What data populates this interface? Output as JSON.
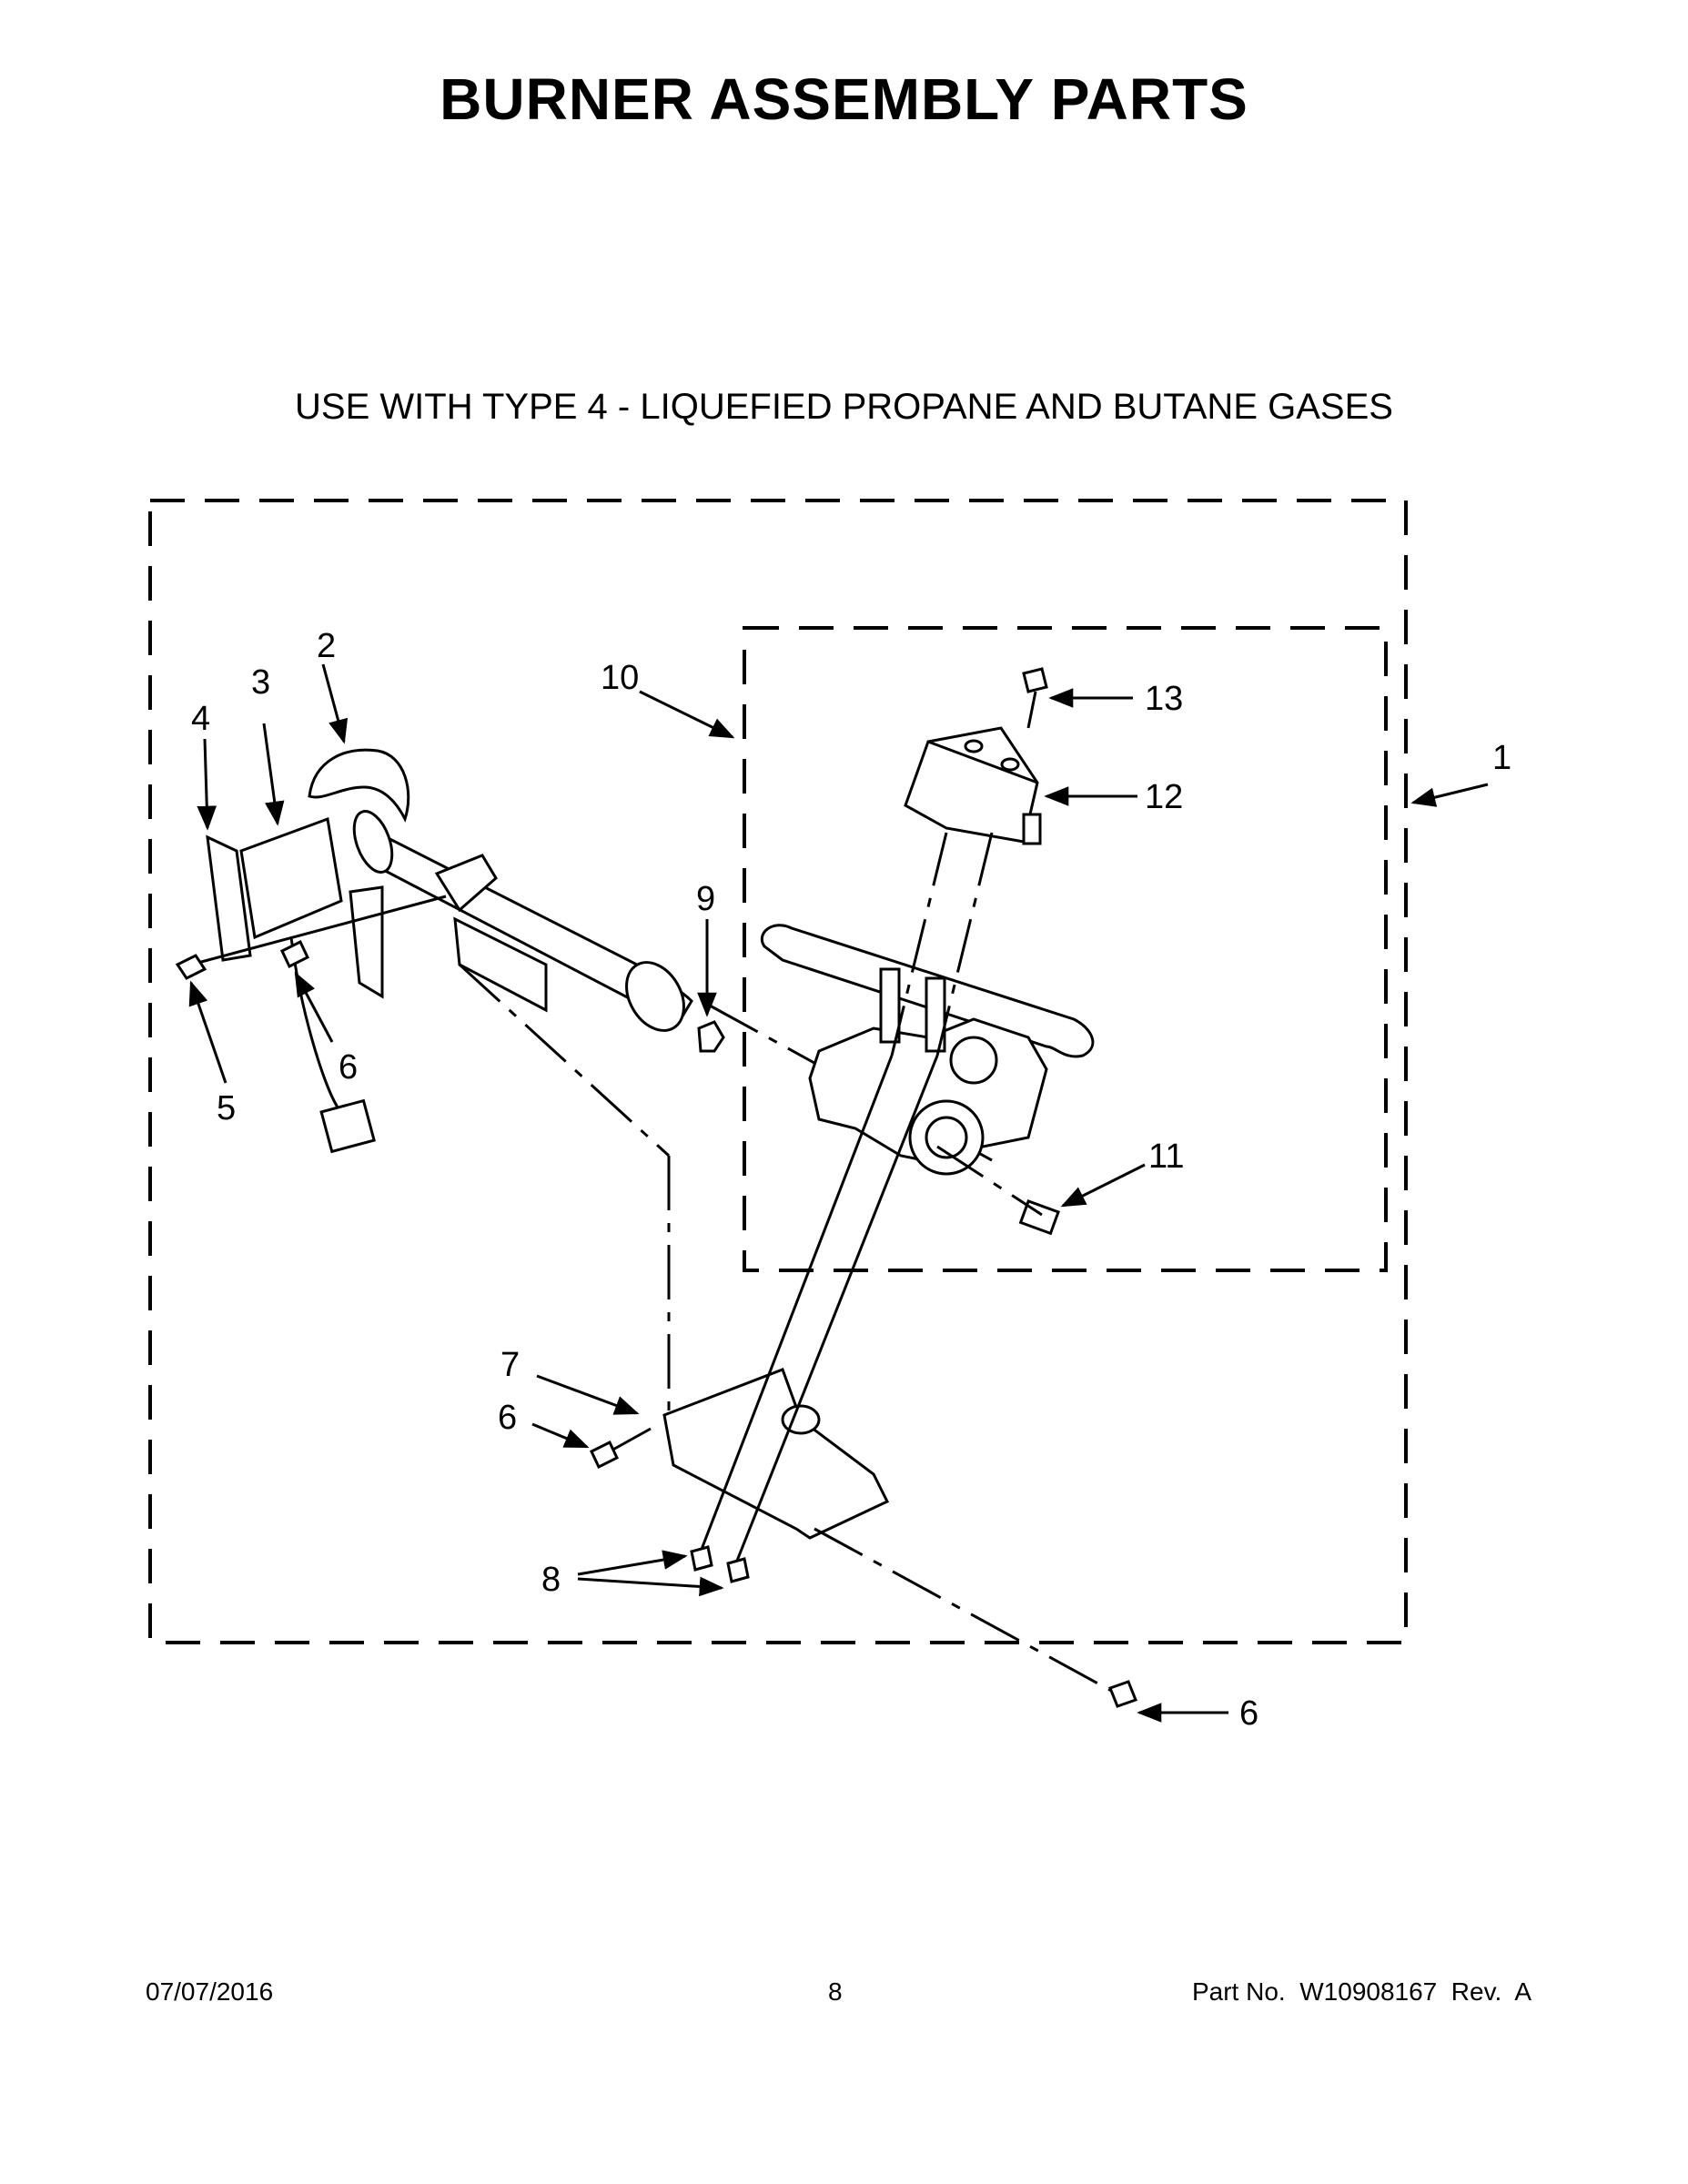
{
  "title": "BURNER ASSEMBLY PARTS",
  "subtitle": "USE WITH TYPE 4 - LIQUEFIED PROPANE AND BUTANE GASES",
  "callouts": {
    "c1": "1",
    "c2": "2",
    "c3": "3",
    "c4": "4",
    "c5": "5",
    "c6a": "6",
    "c6b": "6",
    "c6c": "6",
    "c7": "7",
    "c8": "8",
    "c9": "9",
    "c10": "10",
    "c11": "11",
    "c12": "12",
    "c13": "13"
  },
  "footer": {
    "date": "07/07/2016",
    "page": "8",
    "part": "Part No.  W10908167  Rev.  A"
  }
}
